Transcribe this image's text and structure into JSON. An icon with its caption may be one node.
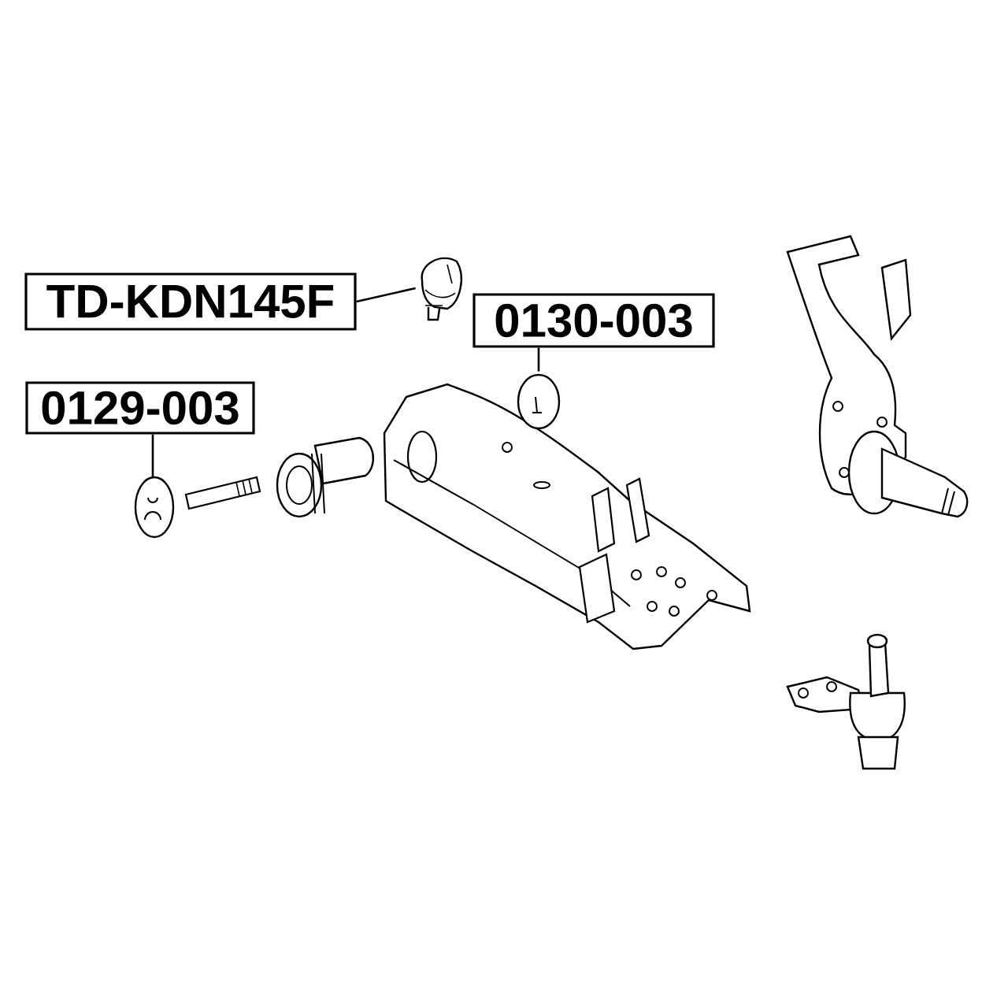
{
  "diagram": {
    "nodes": [
      {
        "text": [
          "TD-KDN145F"
        ]
      },
      {
        "text": [],
        "shape": "picture"
      },
      {
        "text": [
          "0130-003"
        ]
      },
      {
        "text": [],
        "shape": "picture"
      },
      {
        "text": [
          "0129-003"
        ]
      },
      {
        "text": [],
        "shape": "picture"
      }
    ],
    "edges": [
      {
        "from": 0,
        "to": 1,
        "arrow": "none"
      },
      {
        "from": 2,
        "to": 3,
        "arrow": "none"
      },
      {
        "from": 4,
        "to": 5,
        "arrow": "none"
      }
    ]
  }
}
